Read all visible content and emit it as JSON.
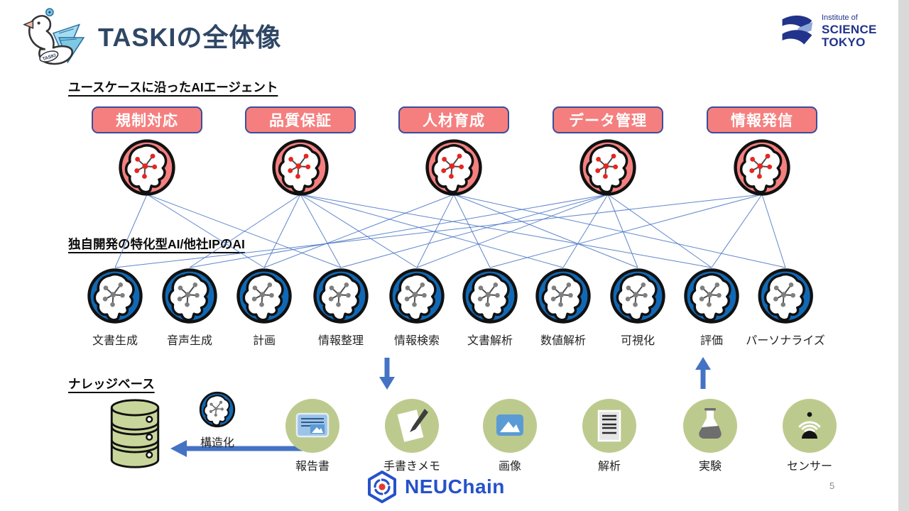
{
  "slide": {
    "title": "TASKIの全体像",
    "page_number": "5",
    "colors": {
      "agent_fill": "#f57f7f",
      "agent_border": "#3a4e9b",
      "agent_dot": "#e8251f",
      "ai_fill": "#1169b5",
      "ai_dot": "#7f7f7f",
      "source_fill": "#bdca8e",
      "connector": "#4472c4",
      "db_fill": "#c9d69b",
      "navy": "#21338b"
    }
  },
  "logos": {
    "taski": {
      "badge_text": "TASKI"
    },
    "science_tokyo": {
      "line1": "Institute of",
      "line2": "SCIENCE",
      "line3": "TOKYO"
    },
    "neuchain": {
      "text": "NEUChain"
    }
  },
  "sections": {
    "agents": {
      "heading": "ユースケースに沿ったAIエージェント",
      "items": [
        {
          "label": "規制対応"
        },
        {
          "label": "品質保証"
        },
        {
          "label": "人材育成"
        },
        {
          "label": "データ管理"
        },
        {
          "label": "情報発信"
        }
      ]
    },
    "ai_models": {
      "heading": "独自開発の特化型AI/他社IPのAI",
      "items": [
        {
          "label": "文書生成"
        },
        {
          "label": "音声生成"
        },
        {
          "label": "計画"
        },
        {
          "label": "情報整理"
        },
        {
          "label": "情報検索"
        },
        {
          "label": "文書解析"
        },
        {
          "label": "数値解析"
        },
        {
          "label": "可視化"
        },
        {
          "label": "評価"
        },
        {
          "label": "パーソナライズ"
        }
      ]
    },
    "knowledge_base": {
      "heading": "ナレッジベース",
      "structuring_label": "構造化"
    },
    "sources": {
      "items": [
        {
          "label": "報告書",
          "icon": "report-icon"
        },
        {
          "label": "手書きメモ",
          "icon": "memo-icon"
        },
        {
          "label": "画像",
          "icon": "image-icon"
        },
        {
          "label": "解析",
          "icon": "analysis-icon"
        },
        {
          "label": "実験",
          "icon": "experiment-icon"
        },
        {
          "label": "センサー",
          "icon": "sensor-icon"
        }
      ]
    }
  },
  "connections": [
    [
      0,
      0
    ],
    [
      0,
      2
    ],
    [
      0,
      3
    ],
    [
      1,
      1
    ],
    [
      1,
      2
    ],
    [
      1,
      3
    ],
    [
      1,
      4
    ],
    [
      1,
      6
    ],
    [
      1,
      8
    ],
    [
      2,
      2
    ],
    [
      2,
      4
    ],
    [
      2,
      5
    ],
    [
      2,
      7
    ],
    [
      2,
      9
    ],
    [
      3,
      1
    ],
    [
      3,
      3
    ],
    [
      3,
      4
    ],
    [
      3,
      6
    ],
    [
      3,
      7
    ],
    [
      3,
      8
    ],
    [
      4,
      0
    ],
    [
      4,
      5
    ],
    [
      4,
      8
    ],
    [
      4,
      9
    ]
  ]
}
